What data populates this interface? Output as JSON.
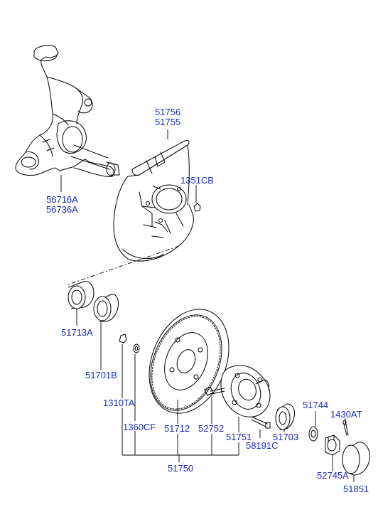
{
  "colors": {
    "label": "#1a2bb8",
    "line": "#000000",
    "background": "#ffffff"
  },
  "labels": {
    "p56716a": "56716A",
    "p56736a": "56736A",
    "p51756": "51756",
    "p51755": "51755",
    "p1351cb": "1351CB",
    "p51713a": "51713A",
    "p51701b": "51701B",
    "p1310ta": "1310TA",
    "p1360cf": "1360CF",
    "p51712": "51712",
    "p52752": "52752",
    "p51751": "51751",
    "p58191c": "58191C",
    "p51703": "51703",
    "p51744": "51744",
    "p1430at": "1430AT",
    "p52745a": "52745A",
    "p51851": "51851",
    "p51750": "51750"
  }
}
